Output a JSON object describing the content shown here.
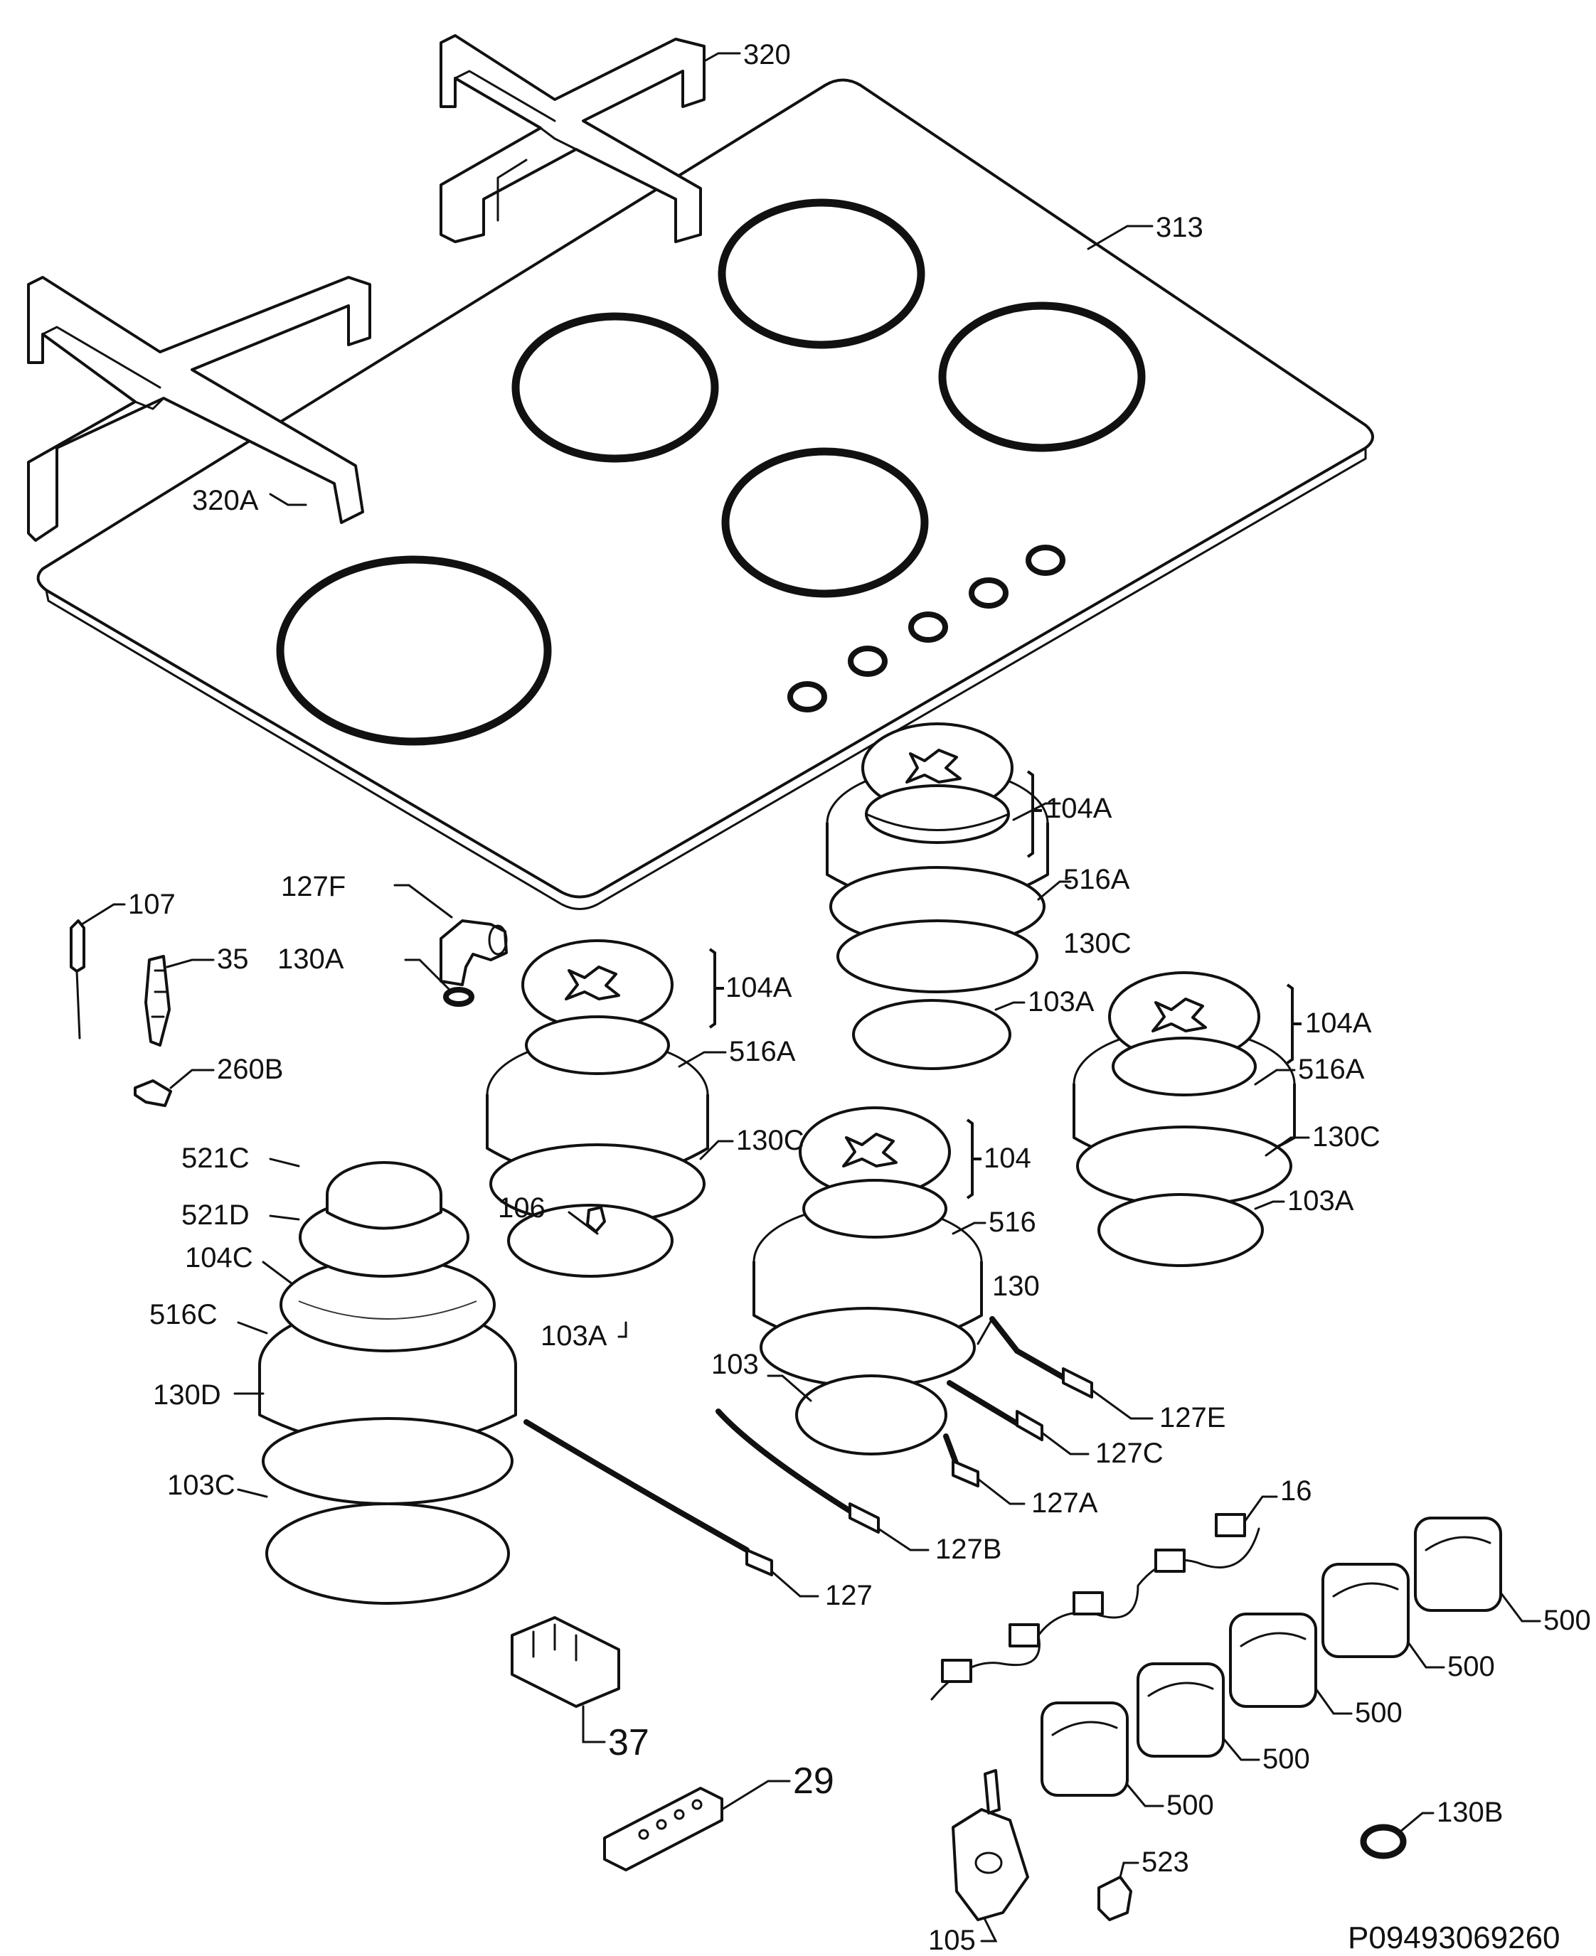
{
  "diagram": {
    "drawing_code": "P09493069260",
    "labels": {
      "l320": "320",
      "l313": "313",
      "l320A": "320A",
      "l107": "107",
      "l127F": "127F",
      "l35": "35",
      "l130A": "130A",
      "l260B": "260B",
      "l104A_top": "104A",
      "l516A_top": "516A",
      "l130C_top": "130C",
      "l103A_top": "103A",
      "l104A_left": "104A",
      "l516A_left": "516A",
      "l130C_left": "130C",
      "l104A_right": "104A",
      "l516A_right": "516A",
      "l130C_right": "130C",
      "l103A_right": "103A",
      "l104": "104",
      "l516": "516",
      "l130": "130",
      "l103": "103",
      "l106": "106",
      "l103A_left": "103A",
      "l521C": "521C",
      "l521D": "521D",
      "l104C": "104C",
      "l516C": "516C",
      "l130D": "130D",
      "l103C": "103C",
      "l127E": "127E",
      "l127C": "127C",
      "l127A": "127A",
      "l127B": "127B",
      "l127": "127",
      "l16": "16",
      "l500_a": "500",
      "l500_b": "500",
      "l500_c": "500",
      "l500_d": "500",
      "l500_e": "500",
      "l37": "37",
      "l29": "29",
      "l130B": "130B",
      "l523": "523",
      "l105": "105"
    }
  }
}
